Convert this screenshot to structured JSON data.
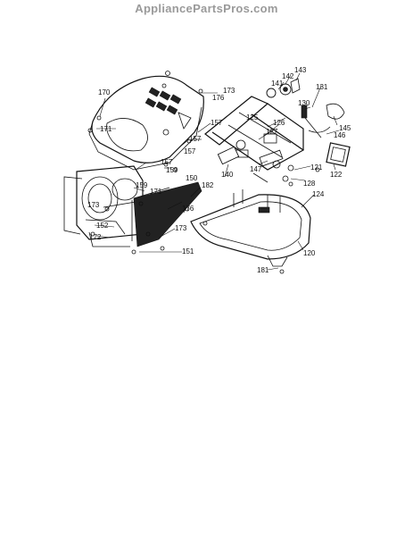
{
  "watermark": {
    "color": "#9a9a9a"
  },
  "labels": {
    "l170": "170",
    "l173a": "173",
    "l176a": "176",
    "l157a": "157",
    "l171a": "171",
    "l157b": "157",
    "l159a": "159",
    "l157c": "157",
    "l171b": "171",
    "l159b": "159",
    "l150": "150",
    "l182": "182",
    "l176b": "176",
    "l173b": "173",
    "l173c": "173",
    "l152": "152",
    "l172": "172",
    "l151": "151",
    "l141": "141",
    "l142": "142",
    "l143": "143",
    "l131": "131",
    "l130": "130",
    "l125": "125",
    "l126": "126",
    "l127": "127",
    "l145": "145",
    "l146": "146",
    "l140": "140",
    "l147": "147",
    "l121": "121",
    "l122": "122",
    "l128": "128",
    "l124": "124",
    "l120": "120",
    "l181": "181"
  }
}
